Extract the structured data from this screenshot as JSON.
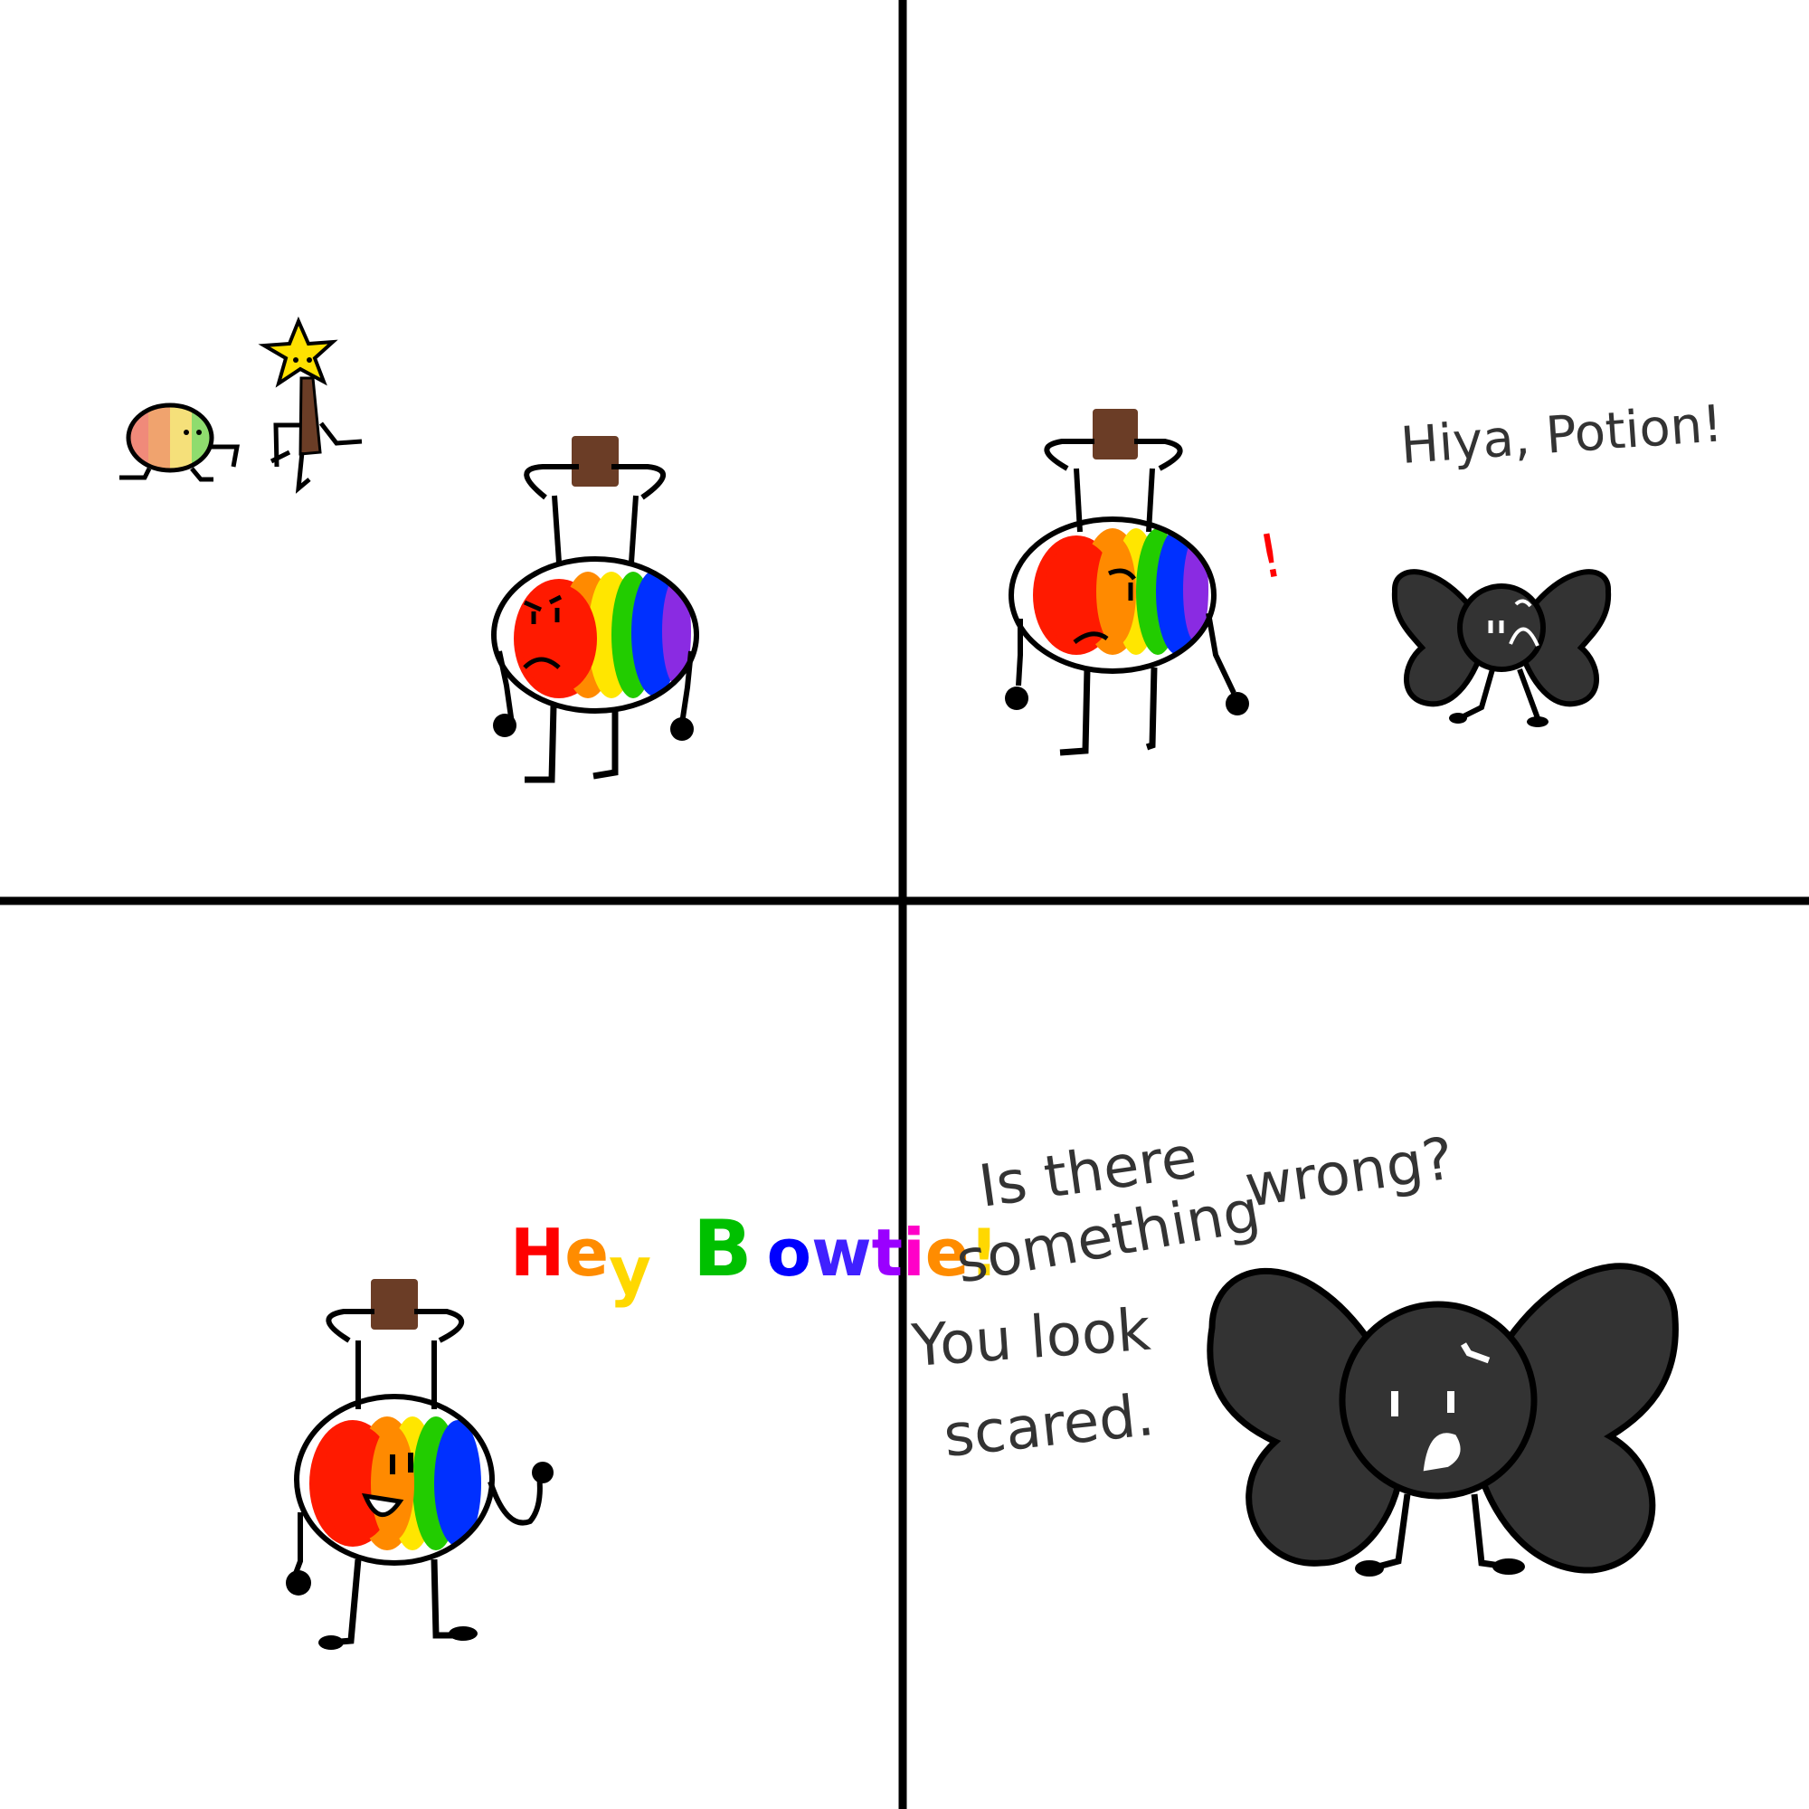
{
  "comic": {
    "panel2": {
      "speech": "Hiya, Potion!",
      "exclaim": "!"
    },
    "panel3": {
      "speech_letters": [
        "H",
        "e",
        "y",
        "B",
        "o",
        "w",
        "t",
        "i",
        "e",
        "!"
      ],
      "letter_colors": [
        "#ff0000",
        "#ff8c00",
        "#ffd800",
        "#00c000",
        "#0000ff",
        "#4020ff",
        "#9a00ff",
        "#ff00c8",
        "#ff8c00",
        "#ffd800"
      ]
    },
    "panel4": {
      "line1a": "Is there",
      "line1b": "wrong?",
      "line2": "something",
      "line3": "You look",
      "line4": "scared."
    }
  },
  "colors": {
    "ink": "#000000",
    "cork": "#6b3d26",
    "bowtie": "#333333",
    "star": "#ffe100",
    "rainbow": [
      "#ff1a00",
      "#ff8a00",
      "#ffe600",
      "#22cc00",
      "#0030ff",
      "#8a2be2"
    ],
    "pastel_rainbow": [
      "#f08a7a",
      "#f0a36e",
      "#f5e07a",
      "#8fdc6e"
    ]
  }
}
